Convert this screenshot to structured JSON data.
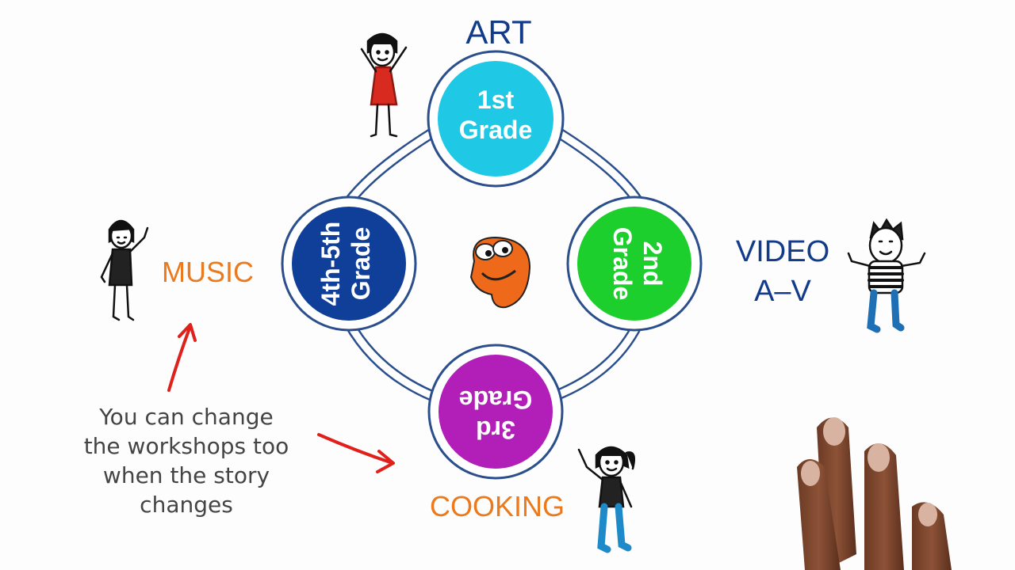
{
  "diagram": {
    "workshops": {
      "top": "ART",
      "left": "MUSIC",
      "right_line1": "VIDEO",
      "right_line2": "A–V",
      "bottom": "COOKING"
    },
    "grades": {
      "top": {
        "line1": "1st",
        "line2": "Grade",
        "color": "#1fc9e6"
      },
      "right": {
        "line1": "2nd",
        "line2": "Grade",
        "color": "#1dcf2c"
      },
      "bottom": {
        "line1": "3rd",
        "line2": "Grade",
        "color": "#b21fb8"
      },
      "left": {
        "line1": "4th-5th",
        "line2": "Grade",
        "color": "#0f3f98"
      }
    },
    "caption_lines": [
      "You can change",
      "the workshops too",
      "when the story",
      "changes"
    ]
  },
  "colors": {
    "ring": "#2b4f8c",
    "workshop_blue": "#123c8a",
    "workshop_orange": "#ec7a1c",
    "arrow": "#e0201b"
  }
}
